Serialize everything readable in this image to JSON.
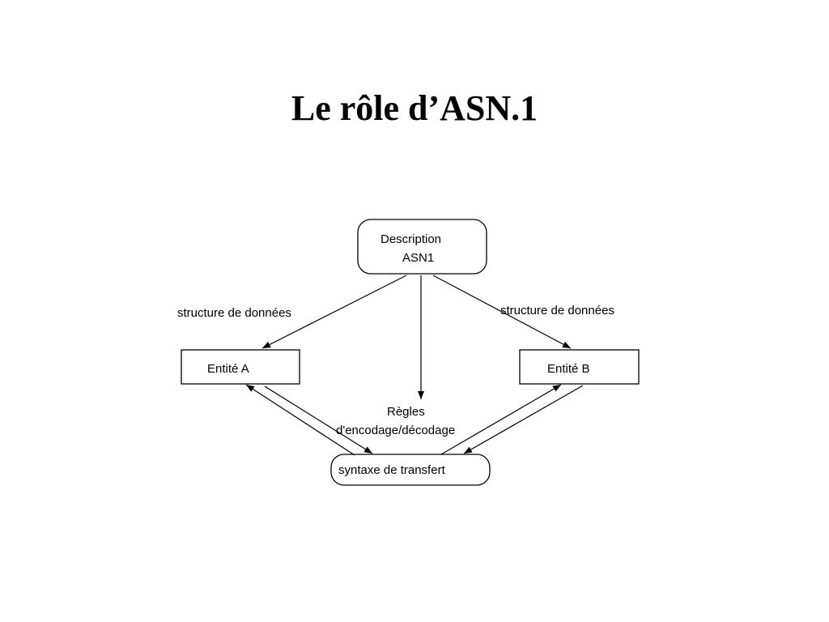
{
  "slide": {
    "title": "Le rôle d’ASN.1"
  },
  "diagram": {
    "nodes": {
      "description": {
        "line1": "Description",
        "line2": "ASN1"
      },
      "entity_a": {
        "label": "Entité A"
      },
      "entity_b": {
        "label": "Entité B"
      },
      "transfer_syntax": {
        "label": "syntaxe de transfert"
      }
    },
    "edge_labels": {
      "left": "structure de données",
      "right": "structure de données",
      "rules_line1": "Règles",
      "rules_line2": "d'encodage/décodage"
    }
  }
}
